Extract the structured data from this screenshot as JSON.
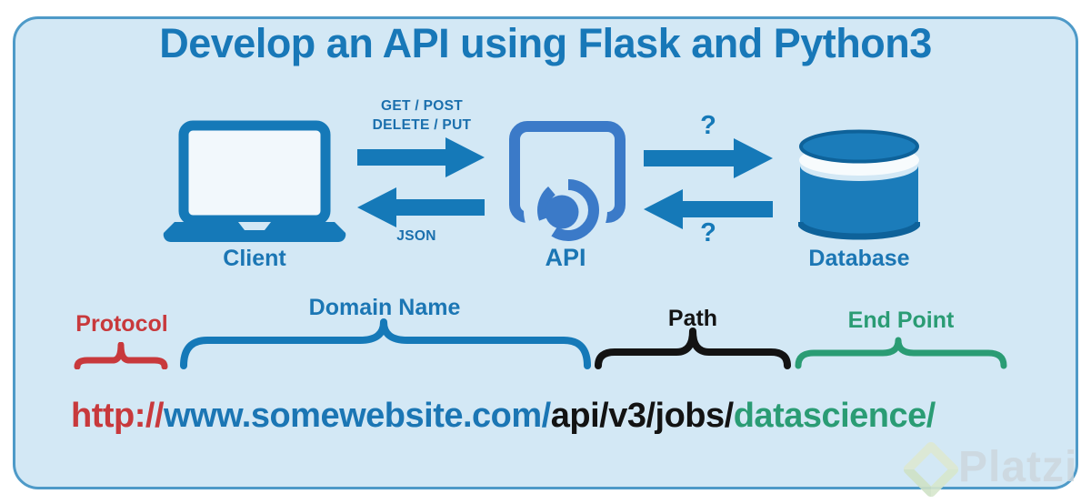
{
  "title": "Develop an API using Flask and Python3",
  "diagram": {
    "client": {
      "label": "Client",
      "icon": "laptop-icon"
    },
    "api": {
      "label": "API",
      "icon": "api-window-icon"
    },
    "database": {
      "label": "Database",
      "icon": "database-cylinder-icon"
    },
    "client_api_flow": {
      "request_line1": "GET / POST",
      "request_line2": "DELETE / PUT",
      "response_label": "JSON"
    },
    "api_db_flow": {
      "request_label": "?",
      "response_label": "?"
    }
  },
  "url_anatomy": {
    "labels": {
      "protocol": "Protocol",
      "domain": "Domain Name",
      "path": "Path",
      "endpoint": "End Point"
    },
    "segments": [
      {
        "name": "protocol",
        "text": "http://",
        "color": "#c8393c"
      },
      {
        "name": "domain",
        "text": "www.somewebsite.com/",
        "color": "#1b76b4"
      },
      {
        "name": "path",
        "text": "api/v3/jobs/",
        "color": "#131313"
      },
      {
        "name": "endpoint",
        "text": "datascience/",
        "color": "#2a9c74"
      }
    ]
  },
  "watermark": {
    "text": "Platzi"
  },
  "colors": {
    "card_background": "#d3e8f5",
    "card_border": "#4e9ac8",
    "primary_blue": "#1579b8",
    "heading_blue": "#1878b8",
    "api_icon_blue": "#3b7ac8",
    "database_dark_blue": "#0e629a",
    "protocol_red": "#c8393c",
    "path_black": "#131313",
    "endpoint_green": "#2a9c74"
  }
}
